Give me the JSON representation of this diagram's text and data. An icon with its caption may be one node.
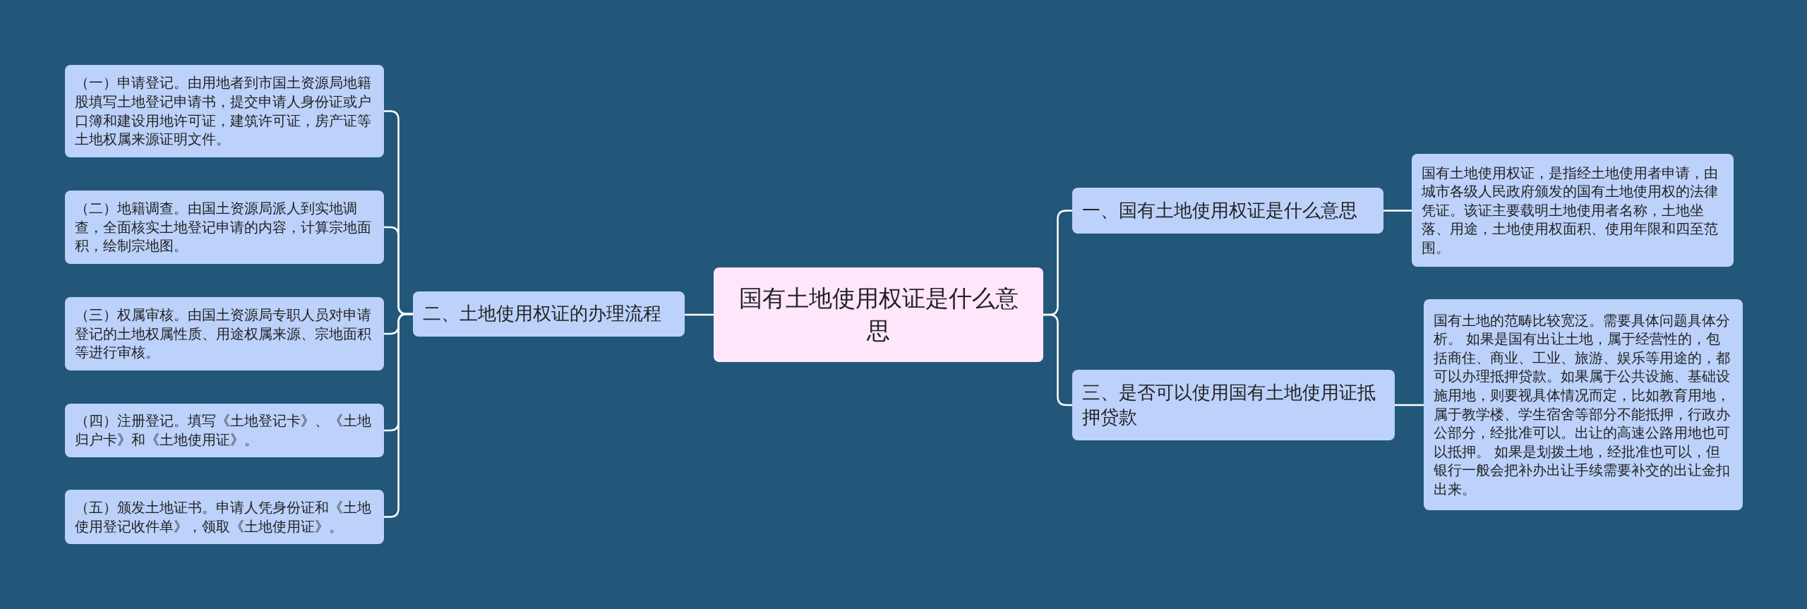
{
  "diagram": {
    "nodes": [
      {
        "text": [
          "国有土地使用权证是什么意思"
        ]
      },
      {
        "text": [
          "一、国有土地使用权证是什么意思"
        ]
      },
      {
        "text": [
          "国有土地使用权证，是指经土地使用者申请，由城市各级人民政府颁发的国有土地使用权的法律凭证。该证主要载明土地使用者名称，土地坐落、用途，土地使用权面积、使用年限和四至范围。"
        ]
      },
      {
        "text": [
          "三、是否可以使用国有土地使用证抵押贷款"
        ]
      },
      {
        "text": [
          "国有土地的范畴比较宽泛。需要具体问题具体分析。 如果是国有出让土地，属于经营性的，包括商住、商业、工业、旅游、娱乐等用途的，都可以办理抵押贷款。如果属于公共设施、基础设施用地，则要视具体情况而定，比如教育用地，属于教学楼、学生宿舍等部分不能抵押，行政办公部分，经批准可以。出让的高速公路用地也可以抵押。 如果是划拨土地，经批准也可以，但银行一般会把补办出让手续需要补交的出让金扣出来。"
        ]
      },
      {
        "text": [
          "二、土地使用权证的办理流程"
        ]
      },
      {
        "text": [
          "（一）申请登记。由用地者到市国土资源局地籍股填写土地登记申请书，提交申请人身份证或户口簿和建设用地许可证，建筑许可证，房产证等土地权属来源证明文件。"
        ]
      },
      {
        "text": [
          "（二）地籍调查。由国土资源局派人到实地调查，全面核实土地登记申请的内容，计算宗地面积，绘制宗地图。"
        ]
      },
      {
        "text": [
          "（三）权属审核。由国土资源局专职人员对申请登记的土地权属性质、用途权属来源、宗地面积等进行审核。"
        ]
      },
      {
        "text": [
          "（四）注册登记。填写《土地登记卡》、《土地归户卡》和《土地使用证》。"
        ]
      },
      {
        "text": [
          "（五）颁发土地证书。申请人凭身份证和《土地使用登记收件单》，领取《土地使用证》。"
        ]
      }
    ],
    "edges": [
      {
        "from": 0,
        "to": 1,
        "arrow": "none"
      },
      {
        "from": 1,
        "to": 2,
        "arrow": "none"
      },
      {
        "from": 0,
        "to": 3,
        "arrow": "none"
      },
      {
        "from": 3,
        "to": 4,
        "arrow": "none"
      },
      {
        "from": 0,
        "to": 5,
        "arrow": "none"
      },
      {
        "from": 5,
        "to": 6,
        "arrow": "none"
      },
      {
        "from": 5,
        "to": 7,
        "arrow": "none"
      },
      {
        "from": 5,
        "to": 8,
        "arrow": "none"
      },
      {
        "from": 5,
        "to": 9,
        "arrow": "none"
      },
      {
        "from": 5,
        "to": 10,
        "arrow": "none"
      }
    ]
  }
}
